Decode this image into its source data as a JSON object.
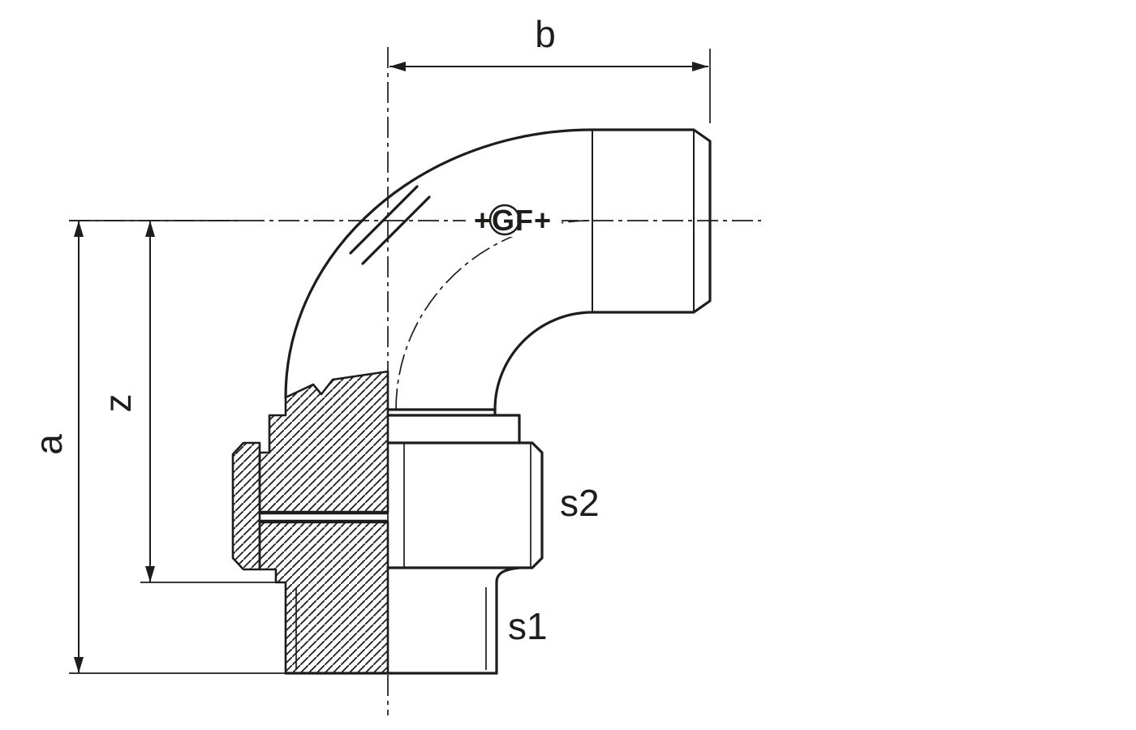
{
  "drawing": {
    "background": "#ffffff",
    "line_color": "#1d1d1b",
    "labels": {
      "dim_b": "b",
      "dim_a": "a",
      "dim_z": "z",
      "thread_upper": "s2",
      "thread_lower": "s1",
      "logo": "+GF+"
    }
  }
}
